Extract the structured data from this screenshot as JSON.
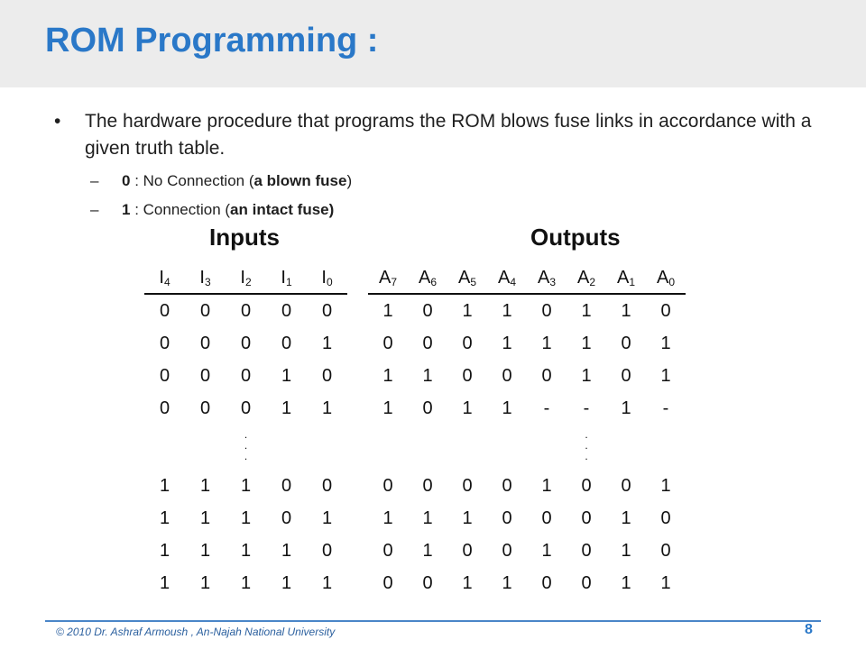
{
  "slide": {
    "title": "ROM Programming :",
    "bullet": "The hardware procedure that programs the ROM blows fuse links in accordance with a given truth table.",
    "subs": [
      {
        "dash": "–",
        "key": "0",
        "sep": " : No Connection (",
        "bold": "a blown fuse",
        "end": ")"
      },
      {
        "dash": "–",
        "key": "1",
        "sep": " : Connection (",
        "bold": "an intact fuse)",
        "end": ""
      }
    ]
  },
  "table": {
    "inputs_label": "Inputs",
    "outputs_label": "Outputs",
    "input_headers": [
      {
        "base": "I",
        "sub": "4"
      },
      {
        "base": "I",
        "sub": "3"
      },
      {
        "base": "I",
        "sub": "2"
      },
      {
        "base": "I",
        "sub": "1"
      },
      {
        "base": "I",
        "sub": "0"
      }
    ],
    "output_headers": [
      {
        "base": "A",
        "sub": "7"
      },
      {
        "base": "A",
        "sub": "6"
      },
      {
        "base": "A",
        "sub": "5"
      },
      {
        "base": "A",
        "sub": "4"
      },
      {
        "base": "A",
        "sub": "3"
      },
      {
        "base": "A",
        "sub": "2"
      },
      {
        "base": "A",
        "sub": "1"
      },
      {
        "base": "A",
        "sub": "0"
      }
    ],
    "rows_top": [
      {
        "in": [
          "0",
          "0",
          "0",
          "0",
          "0"
        ],
        "out": [
          "1",
          "0",
          "1",
          "1",
          "0",
          "1",
          "1",
          "0"
        ]
      },
      {
        "in": [
          "0",
          "0",
          "0",
          "0",
          "1"
        ],
        "out": [
          "0",
          "0",
          "0",
          "1",
          "1",
          "1",
          "0",
          "1"
        ]
      },
      {
        "in": [
          "0",
          "0",
          "0",
          "1",
          "0"
        ],
        "out": [
          "1",
          "1",
          "0",
          "0",
          "0",
          "1",
          "0",
          "1"
        ]
      },
      {
        "in": [
          "0",
          "0",
          "0",
          "1",
          "1"
        ],
        "out": [
          "1",
          "0",
          "1",
          "1",
          "-",
          "-",
          "1",
          "-"
        ]
      }
    ],
    "ellipsis": ".\n.\n.",
    "rows_bottom": [
      {
        "in": [
          "1",
          "1",
          "1",
          "0",
          "0"
        ],
        "out": [
          "0",
          "0",
          "0",
          "0",
          "1",
          "0",
          "0",
          "1"
        ]
      },
      {
        "in": [
          "1",
          "1",
          "1",
          "0",
          "1"
        ],
        "out": [
          "1",
          "1",
          "1",
          "0",
          "0",
          "0",
          "1",
          "0"
        ]
      },
      {
        "in": [
          "1",
          "1",
          "1",
          "1",
          "0"
        ],
        "out": [
          "0",
          "1",
          "0",
          "0",
          "1",
          "0",
          "1",
          "0"
        ]
      },
      {
        "in": [
          "1",
          "1",
          "1",
          "1",
          "1"
        ],
        "out": [
          "0",
          "0",
          "1",
          "1",
          "0",
          "0",
          "1",
          "1"
        ]
      }
    ]
  },
  "footer": {
    "copyright": "© 2010 Dr. Ashraf Armoush , An-Najah National University",
    "page": "8"
  },
  "colors": {
    "title": "#2a78c8",
    "title_band": "#ececec",
    "footer_rule": "#4a86c8"
  }
}
